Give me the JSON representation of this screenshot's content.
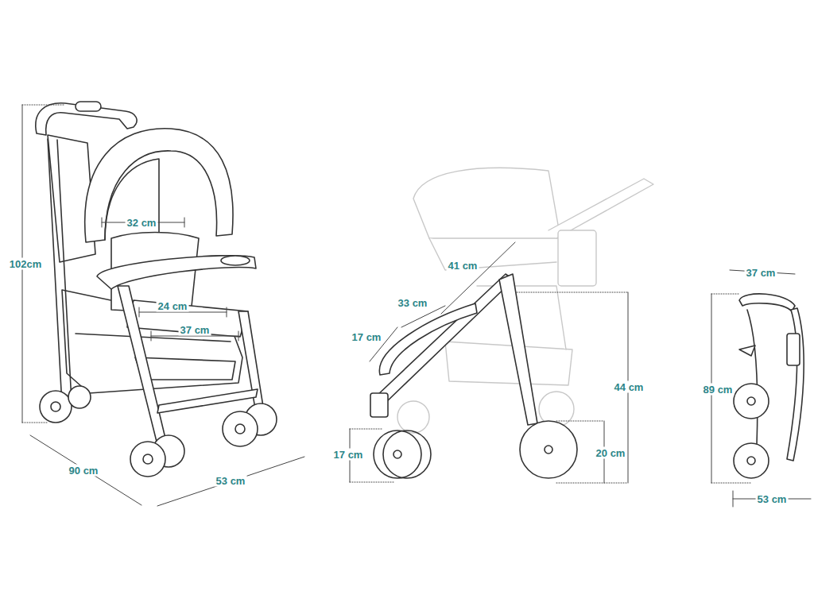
{
  "diagram": {
    "labels": [
      "102cm",
      "32 cm",
      "24 cm",
      "37 cm",
      "90 cm",
      "53 cm",
      "41 cm",
      "33 cm",
      "17 cm",
      "44 cm",
      "17 cm",
      "20 cm",
      "37 cm",
      "89 cm",
      "53 cm"
    ]
  }
}
